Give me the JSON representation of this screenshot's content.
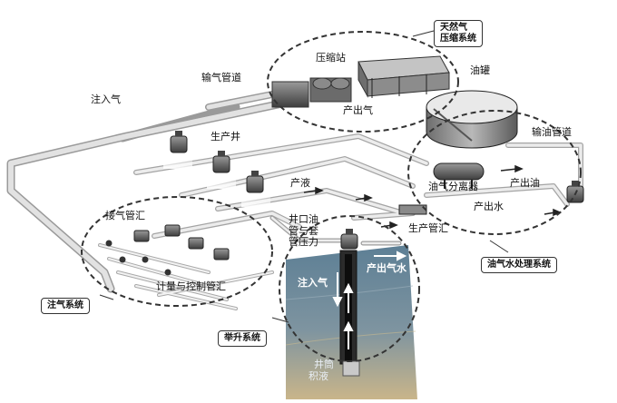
{
  "labels": {
    "gas_injection": "注入气",
    "gas_pipeline": "输气管道",
    "compressor_station": "压缩站",
    "produced_gas": "产出气",
    "oil_tank": "油罐",
    "oil_pipeline": "输油管道",
    "production_well": "生产井",
    "produced_liquid": "产液",
    "gas_manifold": "接气管汇",
    "wellhead_pressure": [
      "井口油",
      "管与套",
      "管压力"
    ],
    "separator": "油气分离器",
    "produced_oil": "产出油",
    "produced_water": "产出水",
    "production_manifold": "生产管汇",
    "metering_manifold": "计量与控制管汇",
    "well_injection": "注入气",
    "well_output": "产出气水",
    "wellbore_liquid": [
      "井筒",
      "积液"
    ]
  },
  "systems": {
    "gas_compression": [
      "天然气",
      "压缩系统"
    ],
    "gas_injection": "注气系统",
    "lift": "举升系统",
    "oil_gas_water": "油气水处理系统"
  },
  "colors": {
    "pipe": "#d8d8d8",
    "pipe_edge": "#9a9a9a",
    "dashed": "#333333",
    "ground_top": "#5d7f95",
    "ground_bottom": "#c9b58a"
  }
}
